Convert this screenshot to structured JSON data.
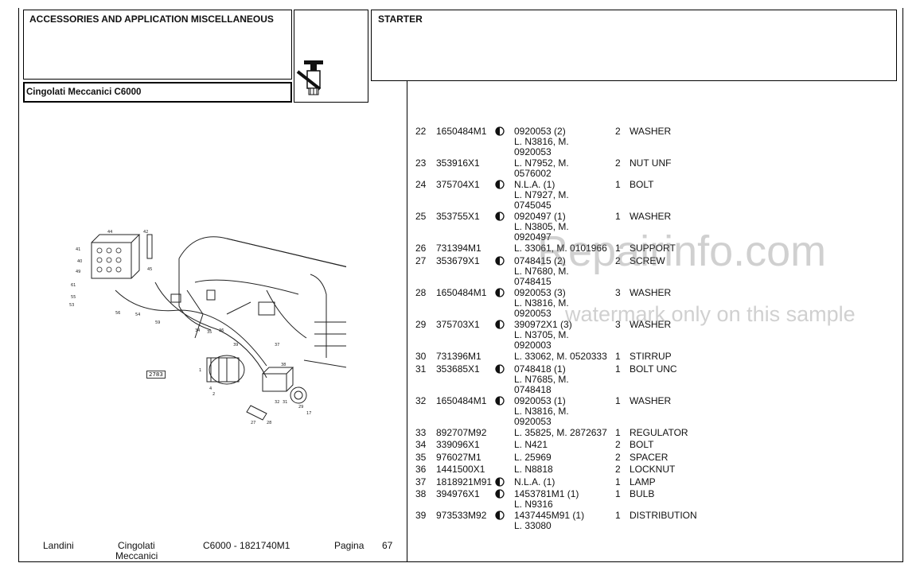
{
  "header": {
    "section_title": "ACCESSORIES AND APPLICATION MISCELLANEOUS",
    "subsection_title": "STARTER",
    "model_label": "Cingolati Meccanici C6000"
  },
  "figure": {
    "ref_number": "2783"
  },
  "parts": [
    {
      "ref": "22",
      "code": "1650484M1",
      "icon": true,
      "ref_code": "0920053  (2)",
      "notes": [
        "L. N3816, M.",
        "0920053"
      ],
      "qty": "2",
      "desc": "WASHER"
    },
    {
      "ref": "23",
      "code": "353916X1",
      "icon": false,
      "ref_code": "L. N7952, M.",
      "notes": [
        "0576002"
      ],
      "qty": "2",
      "desc": "NUT UNF"
    },
    {
      "ref": "24",
      "code": "375704X1",
      "icon": true,
      "ref_code": "N.L.A.  (1)",
      "notes": [
        "L. N7927, M.",
        "0745045"
      ],
      "qty": "1",
      "desc": "BOLT"
    },
    {
      "ref": "25",
      "code": "353755X1",
      "icon": true,
      "ref_code": "0920497  (1)",
      "notes": [
        "L. N3805, M.",
        "0920497"
      ],
      "qty": "1",
      "desc": "WASHER"
    },
    {
      "ref": "26",
      "code": "731394M1",
      "icon": false,
      "ref_code": "L. 33061, M. 0101966",
      "notes": [],
      "qty": "1",
      "desc": "SUPPORT"
    },
    {
      "ref": "27",
      "code": "353679X1",
      "icon": true,
      "ref_code": "0748415  (2)",
      "notes": [
        "L. N7680, M.",
        "0748415"
      ],
      "qty": "2",
      "desc": "SCREW"
    },
    {
      "ref": "28",
      "code": "1650484M1",
      "icon": true,
      "ref_code": "0920053  (3)",
      "notes": [
        "L. N3816, M.",
        "0920053"
      ],
      "qty": "3",
      "desc": "WASHER"
    },
    {
      "ref": "29",
      "code": "375703X1",
      "icon": true,
      "ref_code": "390972X1  (3)",
      "notes": [
        "L. N3705, M.",
        "0920003"
      ],
      "qty": "3",
      "desc": "WASHER"
    },
    {
      "ref": "30",
      "code": "731396M1",
      "icon": false,
      "ref_code": "L. 33062, M. 0520333",
      "notes": [],
      "qty": "1",
      "desc": "STIRRUP"
    },
    {
      "ref": "31",
      "code": "353685X1",
      "icon": true,
      "ref_code": "0748418  (1)",
      "notes": [
        "L. N7685, M.",
        "0748418"
      ],
      "qty": "1",
      "desc": "BOLT UNC"
    },
    {
      "ref": "32",
      "code": "1650484M1",
      "icon": true,
      "ref_code": "0920053  (1)",
      "notes": [
        "L. N3816, M.",
        "0920053"
      ],
      "qty": "1",
      "desc": "WASHER"
    },
    {
      "ref": "33",
      "code": "892707M92",
      "icon": false,
      "ref_code": "L. 35825, M. 2872637",
      "notes": [],
      "qty": "1",
      "desc": "REGULATOR"
    },
    {
      "ref": "34",
      "code": "339096X1",
      "icon": false,
      "ref_code": "L. N421",
      "notes": [],
      "qty": "2",
      "desc": "BOLT"
    },
    {
      "ref": "35",
      "code": "976027M1",
      "icon": false,
      "ref_code": "L. 25969",
      "notes": [],
      "qty": "2",
      "desc": "SPACER"
    },
    {
      "ref": "36",
      "code": "1441500X1",
      "icon": false,
      "ref_code": "L. N8818",
      "notes": [],
      "qty": "2",
      "desc": "LOCKNUT"
    },
    {
      "ref": "37",
      "code": "1818921M91",
      "icon": true,
      "ref_code": "N.L.A.  (1)",
      "notes": [],
      "qty": "1",
      "desc": "LAMP"
    },
    {
      "ref": "38",
      "code": "394976X1",
      "icon": true,
      "ref_code": "1453781M1  (1)",
      "notes": [
        "L. N9316"
      ],
      "qty": "1",
      "desc": "BULB"
    },
    {
      "ref": "39",
      "code": "973533M92",
      "icon": true,
      "ref_code": "1437445M91  (1)",
      "notes": [
        "L. 33080"
      ],
      "qty": "1",
      "desc": "DISTRIBUTION"
    }
  ],
  "footer": {
    "brand": "Landini",
    "series_line1": "Cingolati",
    "series_line2": "Meccanici",
    "model_code": "C6000 - 1821740M1",
    "page_label": "Pagina",
    "page_number": "67"
  },
  "watermark": {
    "main": "Repairinfo.com",
    "sub": "watermark only on this sample"
  }
}
